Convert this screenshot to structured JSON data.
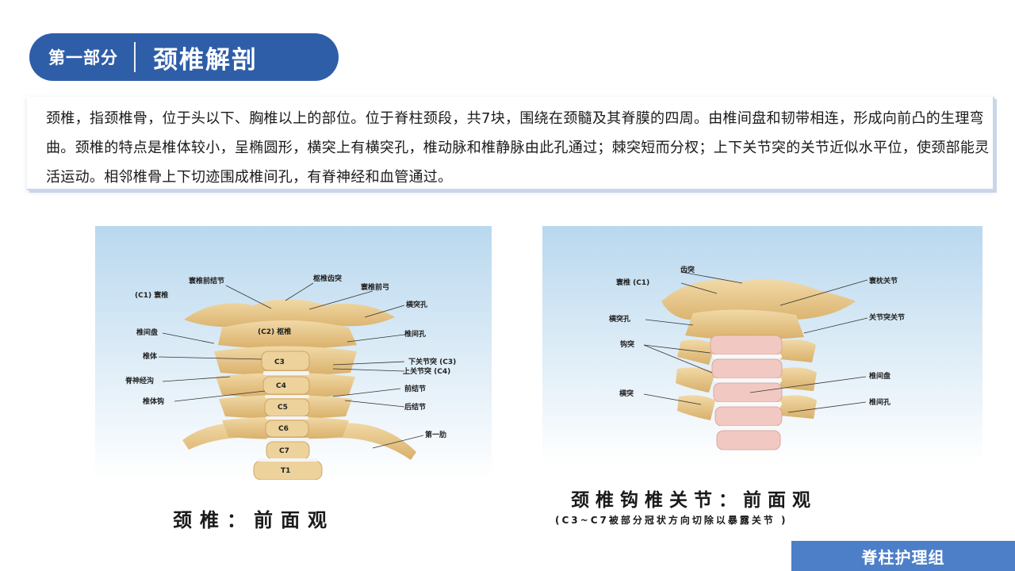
{
  "header": {
    "part": "第一部分",
    "title": "颈椎解剖"
  },
  "description": "颈椎，指颈椎骨，位于头以下、胸椎以上的部位。位于脊柱颈段，共7块，围绕在颈髓及其脊膜的四周。由椎间盘和韧带相连，形成向前凸的生理弯曲。颈椎的特点是椎体较小，呈椭圆形，横突上有横突孔，椎动脉和椎静脉由此孔通过；棘突短而分杈；上下关节突的关节近似水平位，使颈部能灵活运动。相邻椎骨上下切迹围成椎间孔，有脊神经和血管通过。",
  "figure_left": {
    "caption": "颈椎：前面观",
    "labels": {
      "atlas_anterior_tubercle": "寰椎前结节",
      "c1_atlas": "(C1) 寰椎",
      "dens": "枢椎齿突",
      "atlas_anterior_arch": "寰椎前弓",
      "transverse_foramen": "横突孔",
      "c2_axis": "(C2) 枢椎",
      "intervertebral_disc": "椎间盘",
      "intervertebral_foramen": "椎间孔",
      "vertebral_body": "椎体",
      "inferior_articular": "下关节突 (C3)",
      "superior_articular": "上关节突 (C4)",
      "spinal_nerve_groove": "脊神经沟",
      "anterior_tubercle": "前结节",
      "uncus": "椎体钩",
      "posterior_tubercle": "后结节",
      "first_rib": "第一肋",
      "c3": "C3",
      "c4": "C4",
      "c5": "C5",
      "c6": "C6",
      "c7": "C7",
      "t1": "T1"
    }
  },
  "figure_right": {
    "caption": "颈椎钩椎关节：前面观",
    "subcaption": "(C3~C7被部分冠状方向切除以暴露关节 )",
    "labels": {
      "dens": "齿突",
      "atlas_c1": "寰椎 (C1)",
      "atlanto_occipital": "寰枕关节",
      "transverse_foramen": "横突孔",
      "facet_joint": "关节突关节",
      "uncus": "钩突",
      "intervertebral_disc": "椎间盘",
      "transverse_process": "横突",
      "intervertebral_foramen": "椎间孔"
    }
  },
  "footer": "脊柱护理组",
  "colors": {
    "header_blue": "#2f5ea8",
    "footer_blue": "#4d7fc9",
    "bone": "#e8c78a",
    "sky_top": "#bcd9ef"
  }
}
